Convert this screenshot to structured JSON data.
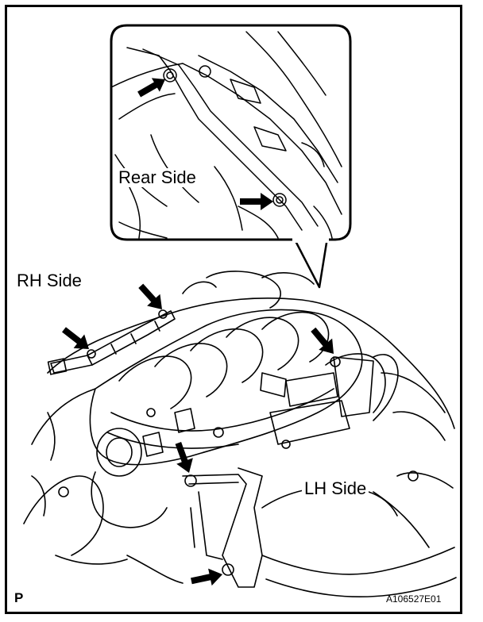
{
  "labels": {
    "rear_side": "Rear Side",
    "rh_side": "RH Side",
    "lh_side": "LH Side"
  },
  "corner": {
    "page_mark": "P",
    "figure_id": "A106527E01"
  },
  "arrows": [
    {
      "id": "inset-arrow-top",
      "points_to": "rear bolt upper"
    },
    {
      "id": "inset-arrow-bottom",
      "points_to": "rear bolt lower"
    },
    {
      "id": "rh-arrow-left",
      "points_to": "RH bolt"
    },
    {
      "id": "rh-arrow-right",
      "points_to": "RH bolt"
    },
    {
      "id": "lh-arrow-top",
      "points_to": "LH bolt"
    },
    {
      "id": "front-arrow-mid",
      "points_to": "front bracket bolt"
    },
    {
      "id": "front-arrow-bottom",
      "points_to": "front bracket bolt lower"
    }
  ],
  "colors": {
    "line": "#000000",
    "background": "#ffffff"
  }
}
